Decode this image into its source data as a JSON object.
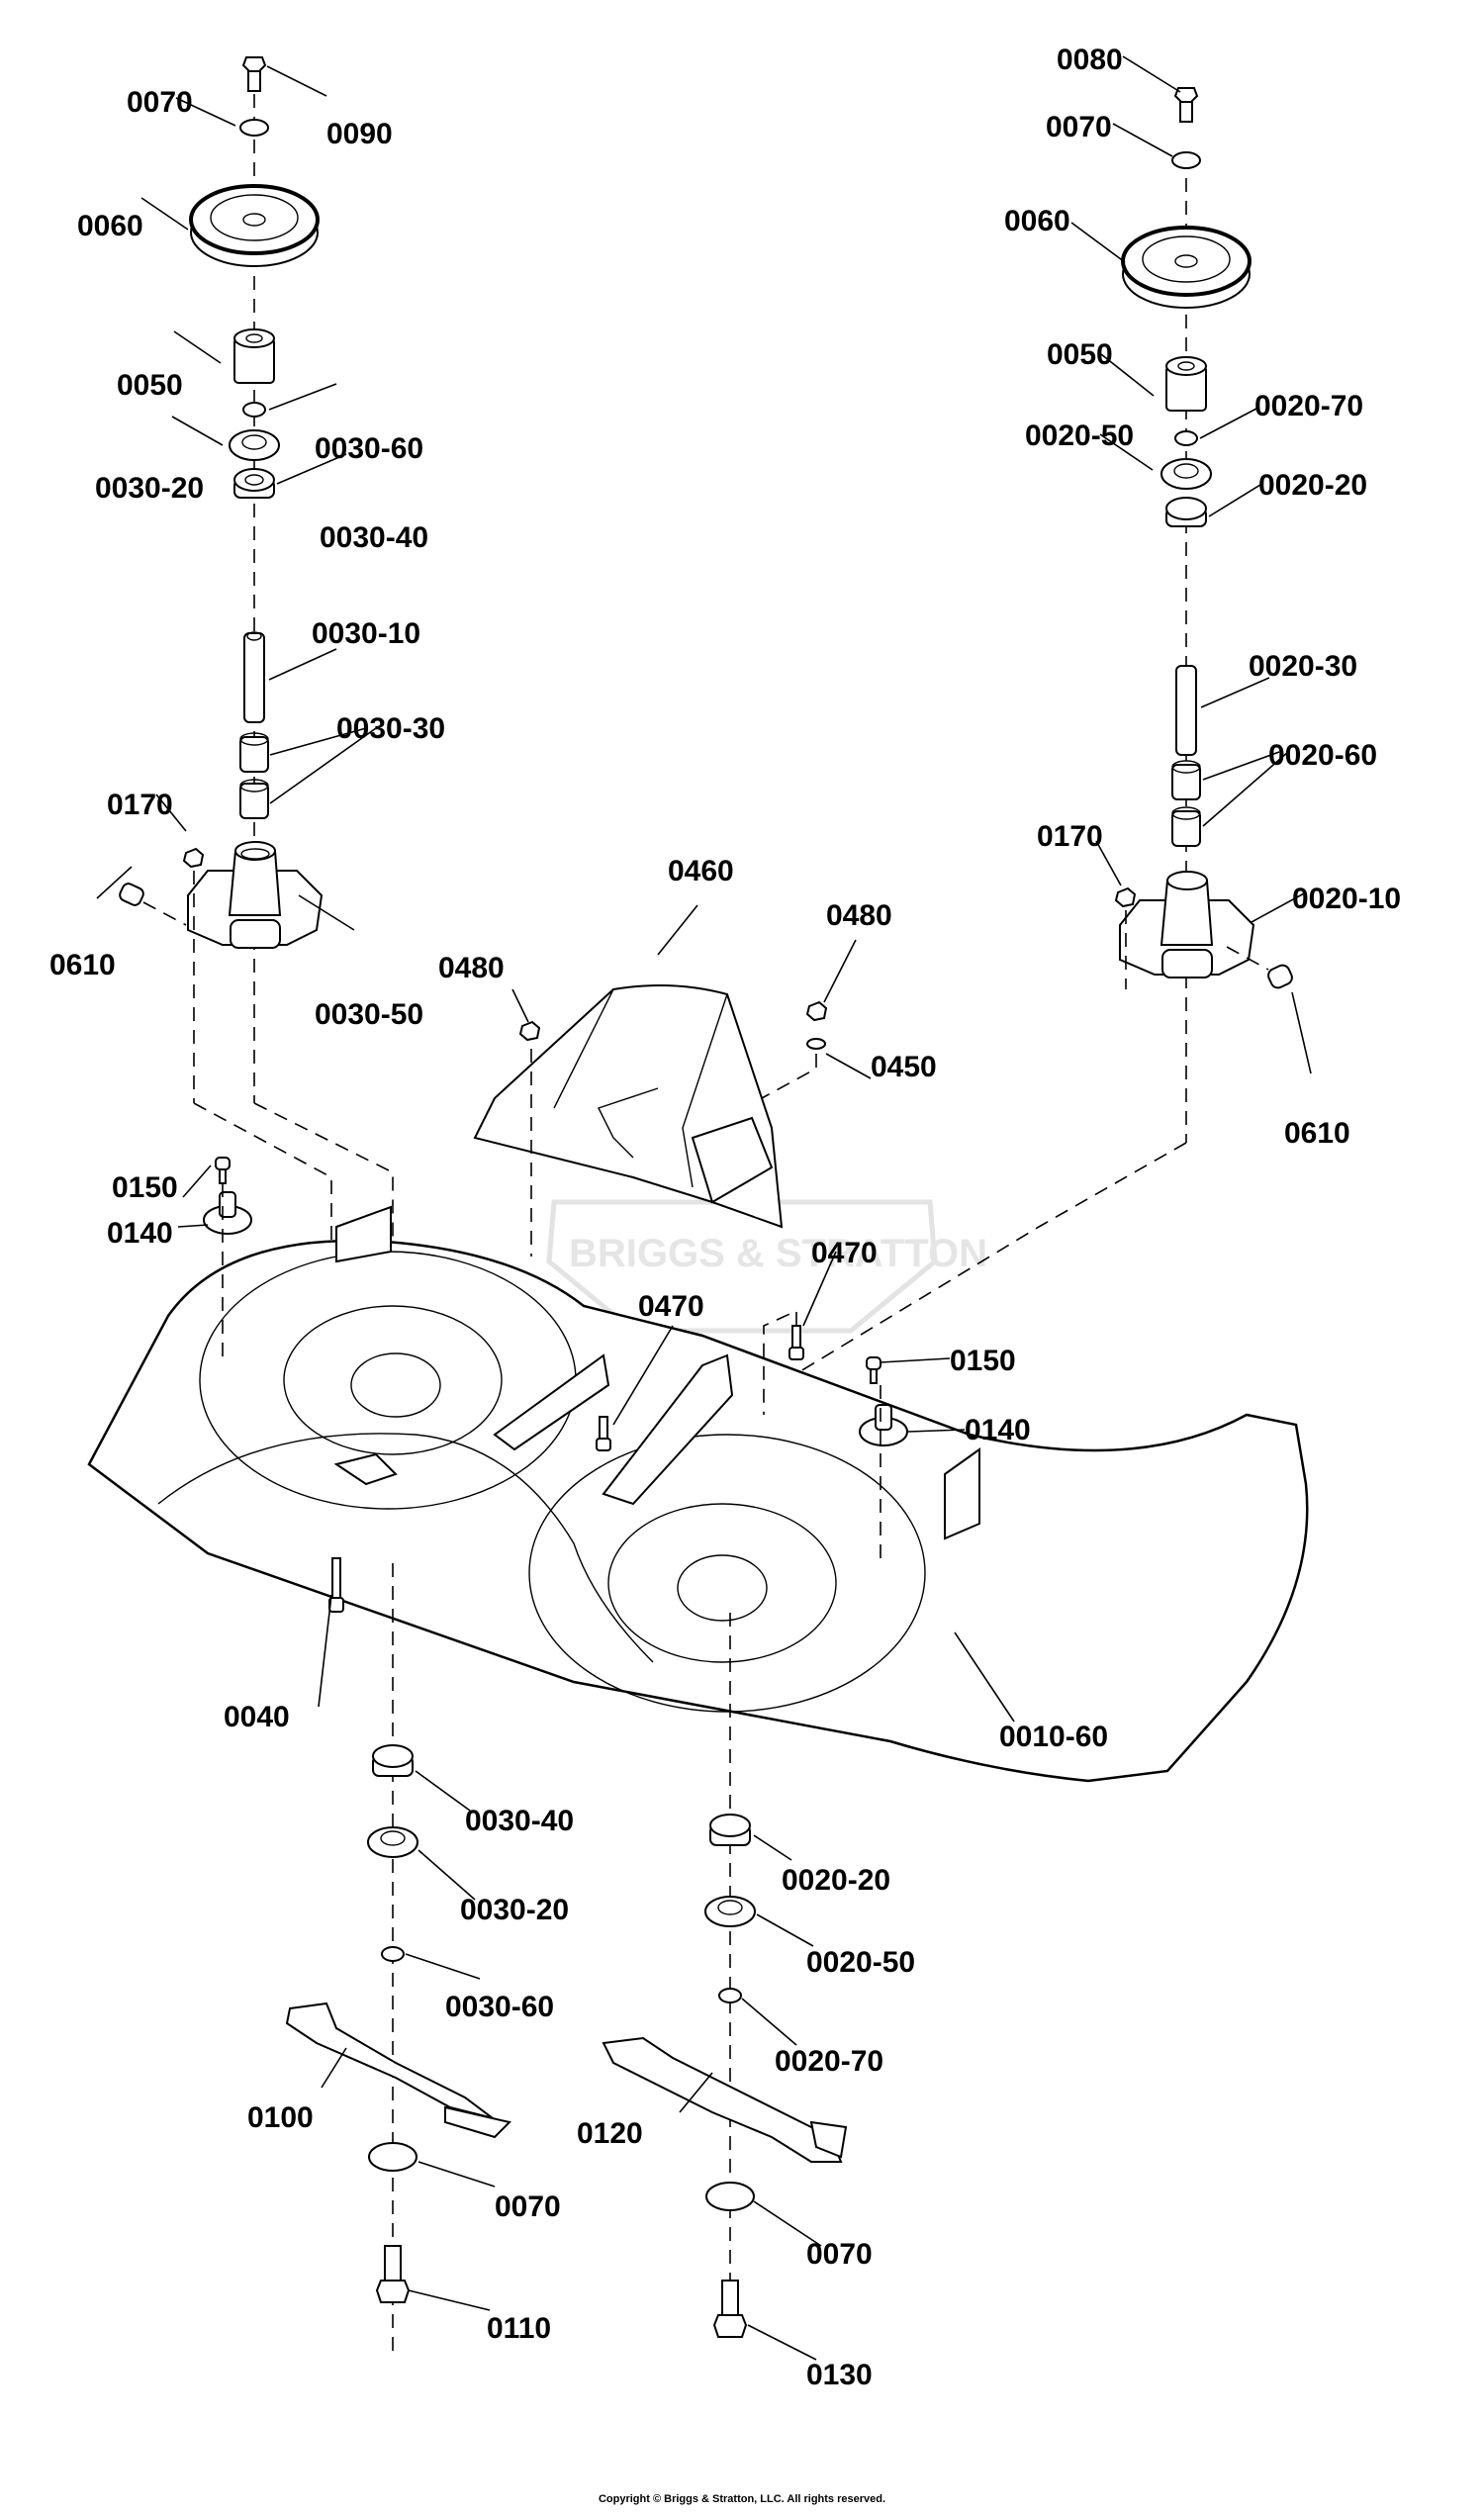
{
  "diagram": {
    "title": "Mower Deck Exploded Parts Diagram",
    "watermark": "BRIGGS & STRATTON",
    "copyright": "Copyright © Briggs & Stratton, LLC. All rights reserved.",
    "labels": [
      {
        "id": "l1",
        "text": "0070"
      },
      {
        "id": "l2",
        "text": "0090"
      },
      {
        "id": "l3",
        "text": "0060"
      },
      {
        "id": "l4",
        "text": "0050"
      },
      {
        "id": "l5",
        "text": "0030-60"
      },
      {
        "id": "l6",
        "text": "0030-20"
      },
      {
        "id": "l7",
        "text": "0030-40"
      },
      {
        "id": "l8",
        "text": "0030-10"
      },
      {
        "id": "l9",
        "text": "0030-30"
      },
      {
        "id": "l10",
        "text": "0170"
      },
      {
        "id": "l11",
        "text": "0610"
      },
      {
        "id": "l12",
        "text": "0030-50"
      },
      {
        "id": "l13",
        "text": "0080"
      },
      {
        "id": "l14",
        "text": "0070"
      },
      {
        "id": "l15",
        "text": "0060"
      },
      {
        "id": "l16",
        "text": "0050"
      },
      {
        "id": "l17",
        "text": "0020-70"
      },
      {
        "id": "l18",
        "text": "0020-50"
      },
      {
        "id": "l19",
        "text": "0020-20"
      },
      {
        "id": "l20",
        "text": "0020-30"
      },
      {
        "id": "l21",
        "text": "0020-60"
      },
      {
        "id": "l22",
        "text": "0170"
      },
      {
        "id": "l23",
        "text": "0020-10"
      },
      {
        "id": "l24",
        "text": "0610"
      },
      {
        "id": "l25",
        "text": "0460"
      },
      {
        "id": "l26",
        "text": "0480"
      },
      {
        "id": "l27",
        "text": "0480"
      },
      {
        "id": "l28",
        "text": "0450"
      },
      {
        "id": "l29",
        "text": "0150"
      },
      {
        "id": "l30",
        "text": "0140"
      },
      {
        "id": "l31",
        "text": "0470"
      },
      {
        "id": "l32",
        "text": "0470"
      },
      {
        "id": "l33",
        "text": "0150"
      },
      {
        "id": "l34",
        "text": "0140"
      },
      {
        "id": "l35",
        "text": "0040"
      },
      {
        "id": "l36",
        "text": "0010-60"
      },
      {
        "id": "l37",
        "text": "0030-40"
      },
      {
        "id": "l38",
        "text": "0030-20"
      },
      {
        "id": "l39",
        "text": "0030-60"
      },
      {
        "id": "l40",
        "text": "0100"
      },
      {
        "id": "l41",
        "text": "0070"
      },
      {
        "id": "l42",
        "text": "0110"
      },
      {
        "id": "l43",
        "text": "0020-20"
      },
      {
        "id": "l44",
        "text": "0020-50"
      },
      {
        "id": "l45",
        "text": "0020-70"
      },
      {
        "id": "l46",
        "text": "0120"
      },
      {
        "id": "l47",
        "text": "0070"
      },
      {
        "id": "l48",
        "text": "0130"
      }
    ]
  }
}
